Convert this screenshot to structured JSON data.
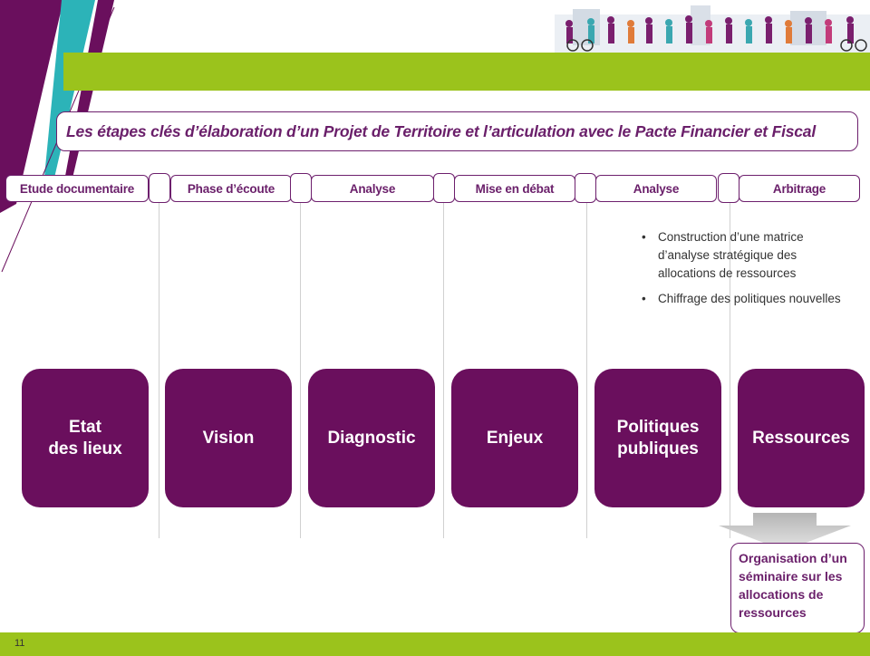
{
  "header": {
    "title": "Les étapes clés d’élaboration d’un Projet de Territoire et l’articulation avec le Pacte Financier et Fiscal"
  },
  "phases": [
    {
      "label": "Etude documentaire"
    },
    {
      "label": "Phase d’écoute"
    },
    {
      "label": "Analyse"
    },
    {
      "label": "Mise en débat"
    },
    {
      "label": "Analyse"
    },
    {
      "label": "Arbitrage"
    }
  ],
  "blocks": [
    {
      "label": "Etat\ndes lieux"
    },
    {
      "label": "Vision"
    },
    {
      "label": "Diagnostic"
    },
    {
      "label": "Enjeux"
    },
    {
      "label": "Politiques\npubliques"
    },
    {
      "label": "Ressources"
    }
  ],
  "bullets": [
    {
      "text": "Construction d’une matrice d’analyse stratégique des allocations de ressources"
    },
    {
      "text": "Chiffrage des politiques nouvelles"
    }
  ],
  "bullet_symbol": "•",
  "outcome": {
    "text": "Organisation d’un séminaire sur les allocations de ressources"
  },
  "footer": {
    "page_number": "11"
  },
  "colors": {
    "purple": "#6a0f5d",
    "green": "#9bc31c"
  },
  "icons": {
    "crowd": "crowd-illustration-icon",
    "arrow": "down-arrow-icon"
  }
}
